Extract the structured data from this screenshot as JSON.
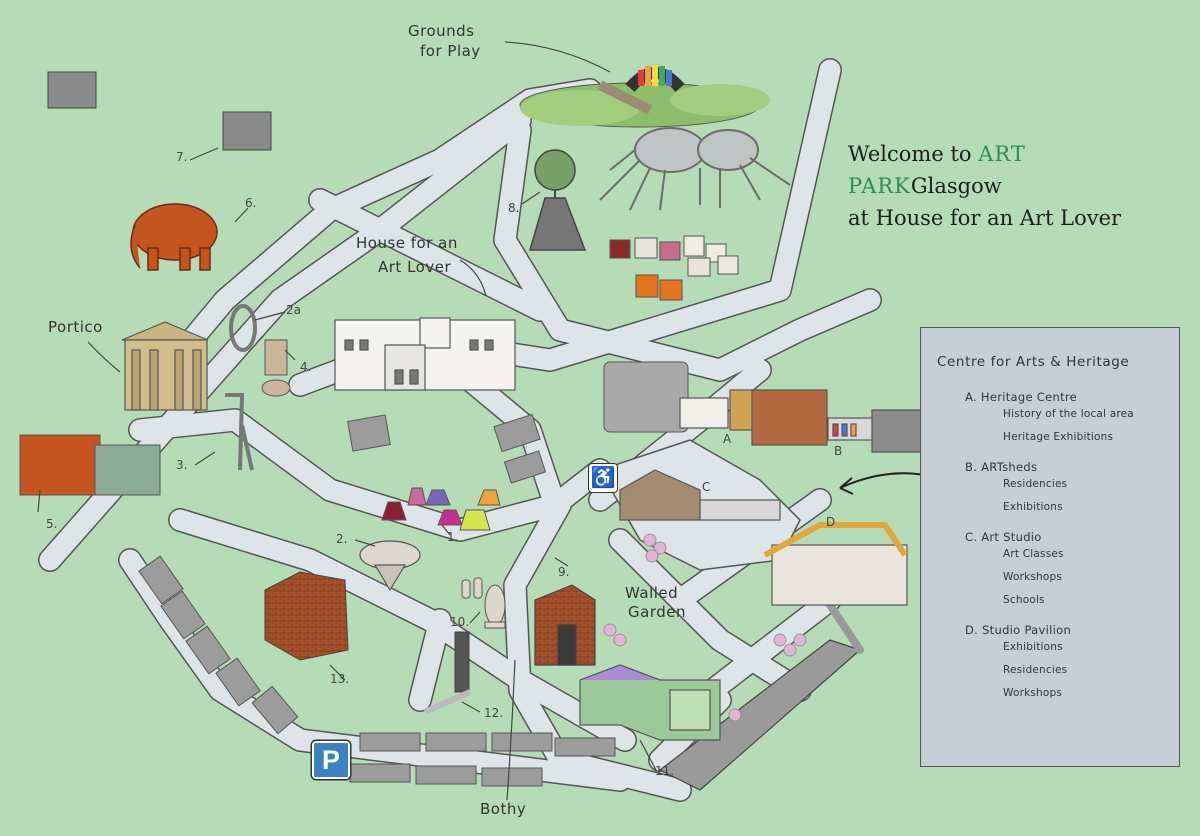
{
  "title": {
    "line1_prefix": "Welcome to",
    "line1_brand": "ART PARK",
    "line1_suffix": "Glasgow",
    "line2": "at House for an Art Lover"
  },
  "legend": {
    "title": "Centre for Arts & Heritage",
    "sections": [
      {
        "label": "A. Heritage Centre",
        "items": [
          "History of the local area",
          "Heritage Exhibitions"
        ]
      },
      {
        "label": "B. ARTsheds",
        "items": [
          "Residencies",
          "Exhibitions"
        ]
      },
      {
        "label": "C. Art Studio",
        "items": [
          "Art Classes",
          "Workshops",
          "Schools"
        ]
      },
      {
        "label": "D. Studio Pavilion",
        "items": [
          "Exhibitions",
          "Residencies",
          "Workshops"
        ]
      }
    ]
  },
  "places": {
    "grounds_line1": "Grounds",
    "grounds_line2": "for Play",
    "house_line1": "House for an",
    "house_line2": "Art Lover",
    "portico": "Portico",
    "walled_line1": "Walled",
    "walled_line2": "Garden",
    "bothy": "Bothy"
  },
  "markers": {
    "n1": "1.",
    "n2": "2.",
    "n2a": "2a",
    "n3": "3.",
    "n4": "4.",
    "n5": "5.",
    "n6": "6.",
    "n7": "7.",
    "n8": "8.",
    "n9": "9.",
    "n10": "10.",
    "n11": "11.",
    "n12": "12.",
    "n13": "13.",
    "a": "A",
    "b": "B",
    "c": "C",
    "d": "D"
  },
  "icons": {
    "parking": "P",
    "parking_icon": "parking-icon",
    "accessible_icon": "wheelchair-icon"
  },
  "colors": {
    "grass": "#b5dcb7",
    "path": "#dde5e9",
    "brand": "#2f8a5a",
    "legend_bg": "#c7ced8",
    "parking_blue": "#3b82c4"
  }
}
